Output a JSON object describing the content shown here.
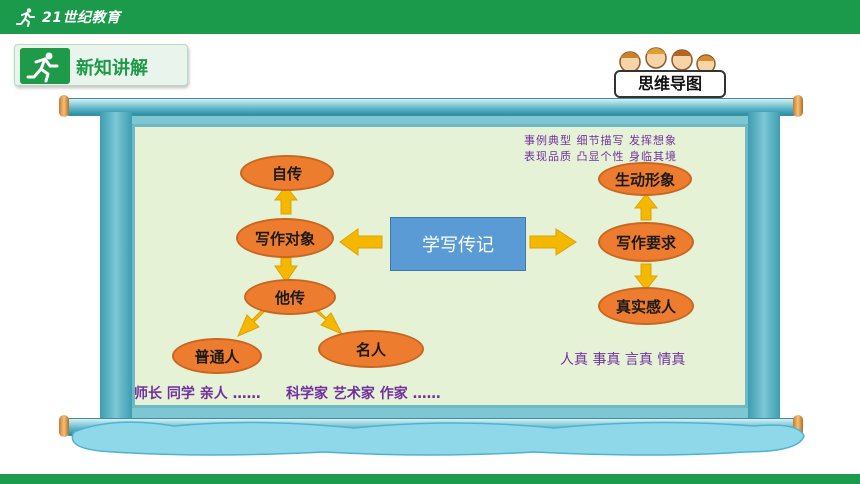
{
  "brand": {
    "name": "21世纪教育"
  },
  "section": {
    "label": "新知讲解"
  },
  "badge": {
    "label": "思维导图"
  },
  "mindmap": {
    "center": "学写传记",
    "left": {
      "root": "写作对象",
      "top": "自传",
      "bottom": "他传",
      "branch_ordinary": "普通人",
      "branch_famous": "名人",
      "examples_ordinary": "师长  同学  亲人 ……",
      "examples_famous": "科学家  艺术家  作家   ……"
    },
    "right": {
      "root": "写作要求",
      "top": "生动形象",
      "bottom": "真实感人",
      "hint_line1": "事例典型   细节描写   发挥想象",
      "hint_line2": "表现品质   凸显个性   身临其境",
      "truths": "人真  事真  言真   情真"
    }
  },
  "colors": {
    "brand_green": "#1a9a4a",
    "node_orange": "#ee7c2e",
    "center_blue": "#5b9bd5",
    "arrow_yellow": "#f5b800",
    "text_purple": "#7030a0",
    "panel_green": "#e6f2d6",
    "scroll_teal": "#6fb8c6"
  }
}
